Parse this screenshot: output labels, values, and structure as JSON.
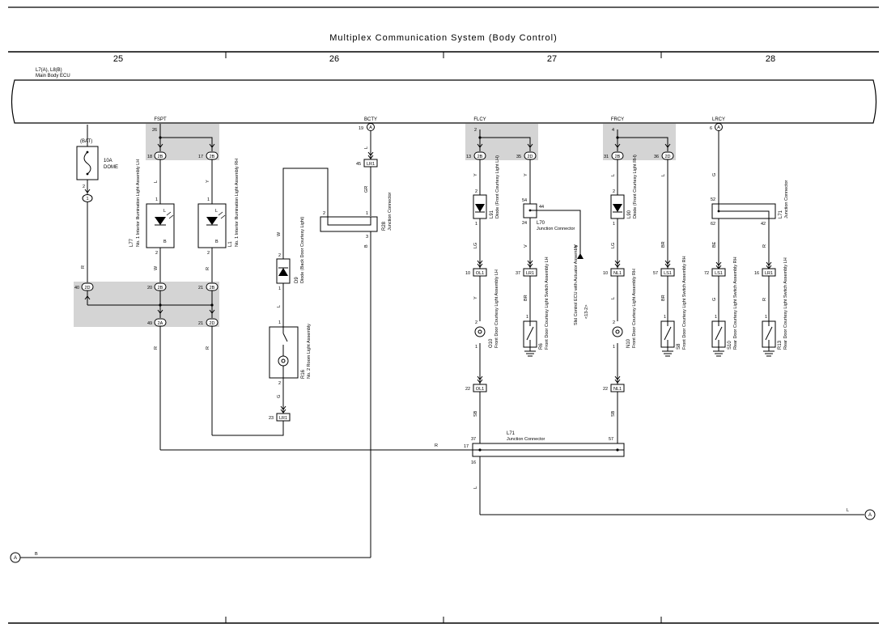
{
  "page": {
    "title": "Multiplex Communication System (Body Control)",
    "columns": [
      "25",
      "26",
      "27",
      "28"
    ]
  },
  "ecu": {
    "id": "L7(A), L8(B)",
    "name": "Main Body ECU",
    "pins": [
      {
        "name": "FSPT",
        "pin": "26"
      },
      {
        "name": "BCTY",
        "pin": "19"
      },
      {
        "name": "FLCY",
        "pin": "2"
      },
      {
        "name": "FRCY",
        "pin": "4"
      },
      {
        "name": "LRCY",
        "pin": "6"
      }
    ]
  },
  "fuse": {
    "source": "(BAT)",
    "rating": "10A",
    "name": "DOME",
    "pin_in": "2",
    "conn": "1"
  },
  "connectors": {
    "c_2B_18": {
      "pin": "18",
      "conn": "2B"
    },
    "c_2B_17": {
      "pin": "17",
      "conn": "2B"
    },
    "c_2D_40": {
      "pin": "40",
      "conn": "2D"
    },
    "c_2B_20": {
      "pin": "20",
      "conn": "2B"
    },
    "c_2B_21": {
      "pin": "21",
      "conn": "2B"
    },
    "c_2A_49": {
      "pin": "49",
      "conn": "2A"
    },
    "c_2D_21": {
      "pin": "21",
      "conn": "2D"
    },
    "c_LR1_45": {
      "pin": "45",
      "conn": "LR1"
    },
    "c_LR1_23": {
      "pin": "23",
      "conn": "LR1"
    },
    "c_2B_13": {
      "pin": "13",
      "conn": "2B"
    },
    "c_2D_35": {
      "pin": "35",
      "conn": "2D"
    },
    "c_OL1_10": {
      "pin": "10",
      "conn": "OL1"
    },
    "c_LR1_37": {
      "pin": "37",
      "conn": "LR1"
    },
    "c_OL1_22": {
      "pin": "22",
      "conn": "OL1"
    },
    "c_2B_31": {
      "pin": "31",
      "conn": "2B"
    },
    "c_2D_36": {
      "pin": "36",
      "conn": "2D"
    },
    "c_NL1_10": {
      "pin": "10",
      "conn": "NL1"
    },
    "c_LS1_57": {
      "pin": "57",
      "conn": "LS1"
    },
    "c_NL1_22": {
      "pin": "22",
      "conn": "NL1"
    },
    "c_LS1_72": {
      "pin": "72",
      "conn": "LS1"
    },
    "c_LR1_16": {
      "pin": "16",
      "conn": "LR1"
    }
  },
  "wire_colors": {
    "l_fspt_lh": "L",
    "l_fspt_rh": "Y",
    "l_lh_out": "W",
    "l_rh_out": "R",
    "l_fuse_out": "R",
    "l_2a": "R",
    "l_2d": "R",
    "l_bcty1": "L",
    "l_bcty2": "GR",
    "l_r28_out": "B",
    "l_w_room": "W",
    "l_diode_room": "L",
    "l_room_out": "G",
    "l_flcy1": "Y",
    "l_flcy2": "Y",
    "l_flcy3": "LG",
    "l_flcy4": "Y",
    "l_flcy5": "SB",
    "l_l70_a": "Y",
    "l_l70_b": "V",
    "l_l70_c": "V",
    "l_r6": "BR",
    "l_frcy1": "L",
    "l_frcy2": "L",
    "l_frcy3": "LG",
    "l_frcy4": "L",
    "l_frcy5": "SB",
    "l_frcy_b": "BR",
    "l_s8": "BR",
    "l_lrcy": "G",
    "l_l71_a": "BE",
    "l_l71_b": "R",
    "l_s10": "G",
    "l_r13": "R",
    "l_bottom_r": "R",
    "l_l71_out": "L",
    "l_a_right": "L",
    "l_a_left": "B"
  },
  "components": {
    "l77": {
      "id": "L77",
      "name": "No. 1 Interior Illumination Light Assembly LH",
      "pin1": "1",
      "pin2": "2",
      "a": "L",
      "k": "B"
    },
    "l1": {
      "id": "L1",
      "name": "No. 1 Interior Illumination Light Assembly RH",
      "pin1": "1",
      "pin2": "2",
      "a": "L",
      "k": "B"
    },
    "r28": {
      "id": "R28",
      "name": "Junction Connector",
      "pin1": "1",
      "pin2": "2",
      "pin3": "3"
    },
    "d9": {
      "id": "D9",
      "name": "Diode (Back Door Courtesy Light)",
      "pin1": "1",
      "pin2": "2"
    },
    "r16": {
      "id": "R16",
      "name": "No. 2 Room Light Assembly",
      "pin1": "1",
      "pin2": "2"
    },
    "l91": {
      "id": "L91",
      "name": "Diode (Front Courtesy Light LH)",
      "pin1": "1",
      "pin2": "2"
    },
    "l70": {
      "id": "L70",
      "name": "Junction Connector",
      "p54": "54",
      "p24": "24",
      "p44": "44"
    },
    "o10": {
      "id": "O10",
      "name": "Front Door Courtesy Light Assembly LH",
      "pin1": "1",
      "pin2": "2"
    },
    "r6": {
      "id": "R6",
      "name": "Front Door Courtesy Light Switch Assembly LH",
      "pin1": "1"
    },
    "sbcu": {
      "name": "Slid Control ECU with Actuator Assembly",
      "ref": "<13-2>"
    },
    "l90": {
      "id": "L90",
      "name": "Diode (Front Courtesy Light RH)",
      "pin1": "1",
      "pin2": "2"
    },
    "n10": {
      "id": "N10",
      "name": "Front Door Courtesy Light Assembly RH",
      "pin1": "1",
      "pin2": "2"
    },
    "s8": {
      "id": "S8",
      "name": "Front Door Courtesy Light Switch Assembly RH",
      "pin1": "1"
    },
    "l71r": {
      "id": "L71",
      "name": "Junction Connector",
      "p52": "52",
      "p62": "62",
      "p42": "42"
    },
    "s10": {
      "id": "S10",
      "name": "Rear Door Courtesy Light Switch Assembly RH",
      "pin1": "1"
    },
    "r13": {
      "id": "R13",
      "name": "Rear Door Courtesy Light Switch Assembly LH",
      "pin1": "1"
    },
    "l71b": {
      "id": "L71",
      "name": "Junction Connector",
      "p37": "37",
      "p17": "17",
      "p57": "57",
      "p16": "16"
    }
  },
  "offpage": {
    "label": "A"
  }
}
